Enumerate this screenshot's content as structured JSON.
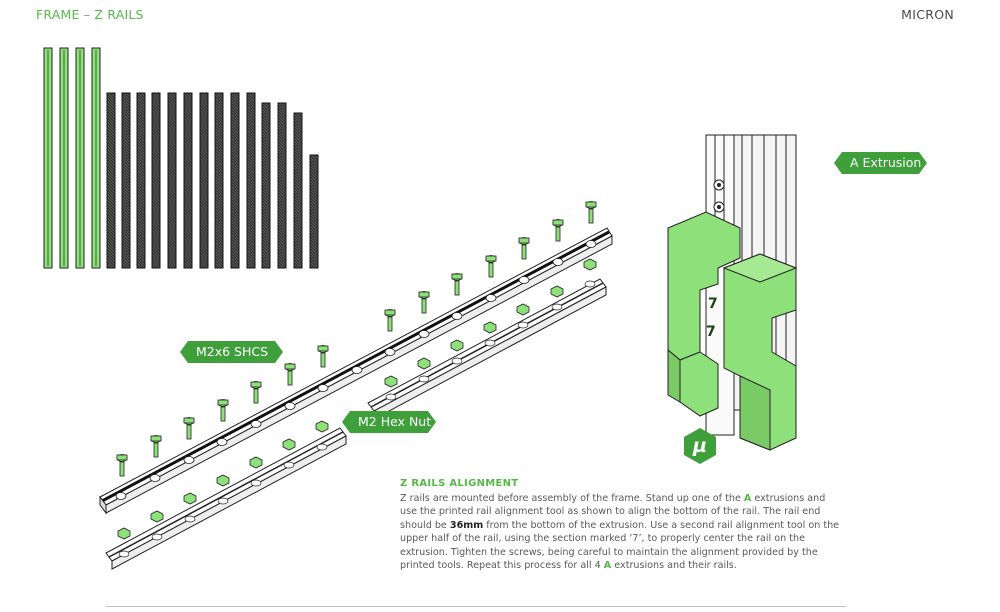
{
  "header": {
    "left": "FRAME – Z RAILS",
    "right": "MICRON"
  },
  "callouts": {
    "extrusion": "A Extrusion",
    "screws": "M2x6 SHCS",
    "nuts": "M2 Hex Nut"
  },
  "logo_glyph": "µ",
  "section": {
    "title": "Z RAILS ALIGNMENT",
    "p1": "Z rails are mounted before assembly of the frame. Stand up one of the ",
    "p1_a": "A",
    "p2": " extrusions and use the printed rail alignment tool as shown to align the bottom of the rail. The rail end should be ",
    "p2_bold": "36mm",
    "p3": " from the bottom of the extrusion. Use a second rail alignment tool on the upper half of the rail, using the section marked ‘7’, to properly center the rail on the extrusion. Tighten the screws, being careful to maintain the alignment provided by the printed tools.  Repeat this process for all 4 ",
    "p3_a": "A",
    "p4": " extrusions and their rails."
  },
  "colors": {
    "accent": "#55b948",
    "tag_bg": "#3f9f3a",
    "part_green": "#8ee07a",
    "dark_bar": "#333333"
  }
}
